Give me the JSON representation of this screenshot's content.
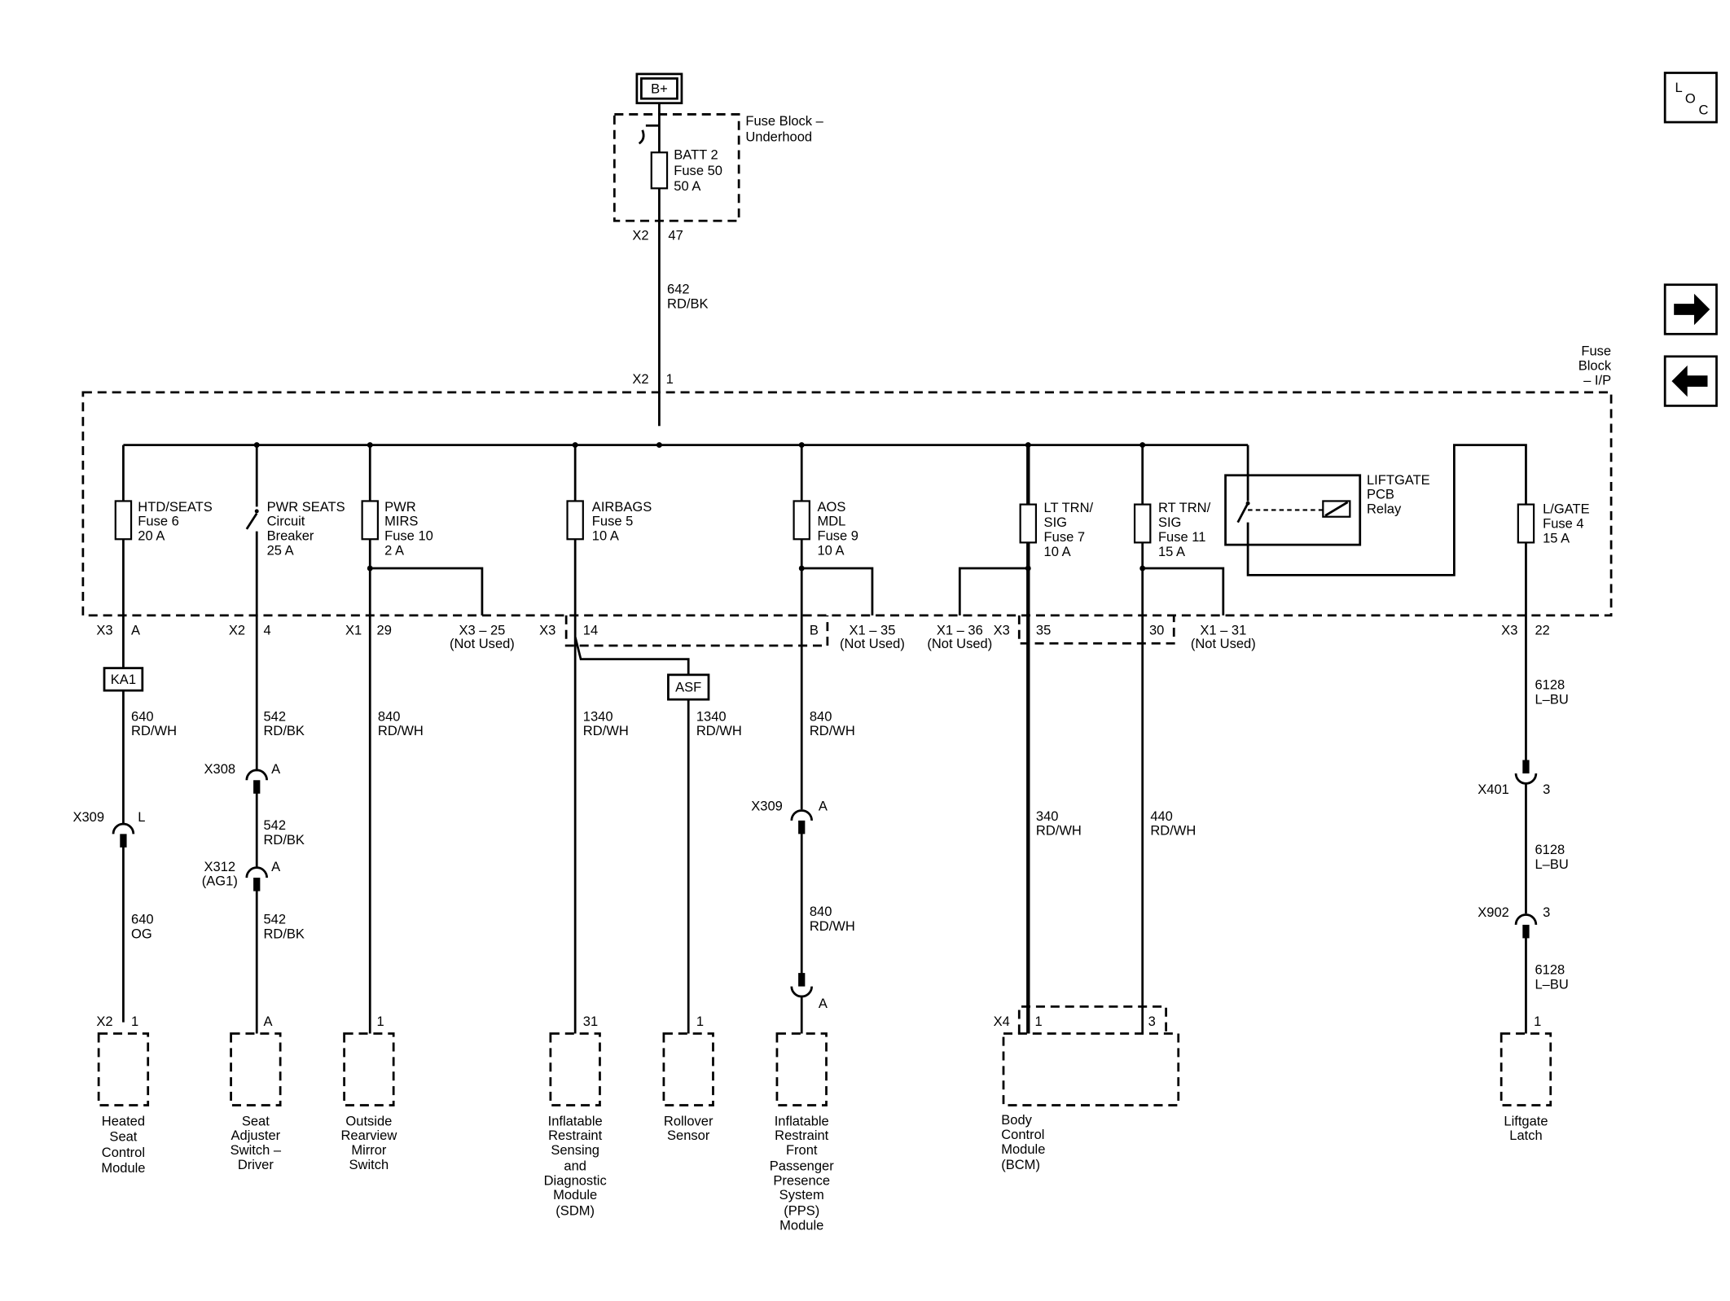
{
  "source": {
    "label": "B+"
  },
  "fuse_block_underhood": {
    "label_1": "Fuse Block –",
    "label_2": "Underhood",
    "fuse_1": "BATT 2",
    "fuse_2": "Fuse 50",
    "fuse_3": "50 A",
    "conn": "X2",
    "pin": "47",
    "wire_1": "642",
    "wire_2": "RD/BK"
  },
  "fuse_block_ip": {
    "label_1": "Fuse",
    "label_2": "Block",
    "label_3": "– I/P",
    "conn": "X2",
    "pin": "1"
  },
  "fuses": {
    "htd": {
      "l1": "HTD/SEATS",
      "l2": "Fuse 6",
      "l3": "20 A"
    },
    "pwr_seats": {
      "l1": "PWR SEATS",
      "l2": "Circuit",
      "l3": "Breaker",
      "l4": "25 A"
    },
    "pwr_mirs": {
      "l1": "PWR",
      "l2": "MIRS",
      "l3": "Fuse 10",
      "l4": "2 A"
    },
    "airbags": {
      "l1": "AIRBAGS",
      "l2": "Fuse 5",
      "l3": "10 A"
    },
    "aos": {
      "l1": "AOS",
      "l2": "MDL",
      "l3": "Fuse 9",
      "l4": "10 A"
    },
    "lt_trn": {
      "l1": "LT TRN/",
      "l2": "SIG",
      "l3": "Fuse 7",
      "l4": "10 A"
    },
    "rt_trn": {
      "l1": "RT TRN/",
      "l2": "SIG",
      "l3": "Fuse 11",
      "l4": "15 A"
    },
    "relay": {
      "l1": "LIFTGATE",
      "l2": "PCB",
      "l3": "Relay"
    },
    "lgate": {
      "l1": "L/GATE",
      "l2": "Fuse 4",
      "l3": "15 A"
    }
  },
  "ip_pins": {
    "htd": {
      "conn": "X3",
      "pin": "A"
    },
    "seats": {
      "conn": "X2",
      "pin": "4"
    },
    "mirs": {
      "conn": "X1",
      "pin": "29"
    },
    "mirs_nu": {
      "conn": "X3 – 25",
      "nu": "(Not Used)"
    },
    "airbags": {
      "conn": "X3",
      "pin": "14"
    },
    "aos": {
      "pin": "B"
    },
    "aos_nu": {
      "conn": "X1 – 35",
      "nu": "(Not Used)"
    },
    "lt_nu": {
      "conn": "X1 – 36",
      "nu": "(Not Used)"
    },
    "lt": {
      "conn": "X3",
      "pin": "35"
    },
    "rt": {
      "pin": "30"
    },
    "rt_nu": {
      "conn": "X1 – 31",
      "nu": "(Not Used)"
    },
    "lgate": {
      "conn": "X3",
      "pin": "22"
    }
  },
  "splices": {
    "ka1": "KA1",
    "asf": "ASF"
  },
  "wires": {
    "c1a": {
      "n": "640",
      "c": "RD/WH"
    },
    "c1b": {
      "n": "640",
      "c": "OG"
    },
    "c2a": {
      "n": "542",
      "c": "RD/BK"
    },
    "c2b": {
      "n": "542",
      "c": "RD/BK"
    },
    "c2c": {
      "n": "542",
      "c": "RD/BK"
    },
    "c3": {
      "n": "840",
      "c": "RD/WH"
    },
    "c4": {
      "n": "1340",
      "c": "RD/WH"
    },
    "c5": {
      "n": "1340",
      "c": "RD/WH"
    },
    "c6a": {
      "n": "840",
      "c": "RD/WH"
    },
    "c6b": {
      "n": "840",
      "c": "RD/WH"
    },
    "c7": {
      "n": "340",
      "c": "RD/WH"
    },
    "c8": {
      "n": "440",
      "c": "RD/WH"
    },
    "c9a": {
      "n": "6128",
      "c": "L–BU"
    },
    "c9b": {
      "n": "6128",
      "c": "L–BU"
    },
    "c9c": {
      "n": "6128",
      "c": "L–BU"
    }
  },
  "inline": {
    "x309a": {
      "conn": "X309",
      "pin": "L"
    },
    "x308": {
      "conn": "X308",
      "pin": "A"
    },
    "x312": {
      "conn": "X312",
      "sub": "(AG1)",
      "pin": "A"
    },
    "x309b": {
      "conn": "X309",
      "pin": "A"
    },
    "pps": {
      "pin": "A"
    },
    "x401": {
      "conn": "X401",
      "pin": "3"
    },
    "x902": {
      "conn": "X902",
      "pin": "3"
    }
  },
  "components": {
    "heated": {
      "conn": "X2",
      "pin": "1",
      "lines": [
        "Heated",
        "Seat",
        "Control",
        "Module"
      ]
    },
    "seat_adj": {
      "pin": "A",
      "lines": [
        "Seat",
        "Adjuster",
        "Switch –",
        "Driver"
      ]
    },
    "mirror": {
      "pin": "1",
      "lines": [
        "Outside",
        "Rearview",
        "Mirror",
        "Switch"
      ]
    },
    "sdm": {
      "pin": "31",
      "lines": [
        "Inflatable",
        "Restraint",
        "Sensing",
        "and",
        "Diagnostic",
        "Module",
        "(SDM)"
      ]
    },
    "rollover": {
      "pin": "1",
      "lines": [
        "Rollover",
        "Sensor"
      ]
    },
    "pps": {
      "lines": [
        "Inflatable",
        "Restraint",
        "Front",
        "Passenger",
        "Presence",
        "System",
        "(PPS)",
        "Module"
      ]
    },
    "bcm": {
      "conn": "X4",
      "pin1": "1",
      "pin2": "3",
      "lines": [
        "Body",
        "Control",
        "Module",
        "(BCM)"
      ]
    },
    "latch": {
      "pin": "1",
      "lines": [
        "Liftgate",
        "Latch"
      ]
    }
  },
  "nav": {
    "loc_l": "L",
    "loc_o": "O",
    "loc_c": "C",
    "forward_icon": "arrow-right-icon",
    "back_icon": "arrow-left-icon"
  }
}
